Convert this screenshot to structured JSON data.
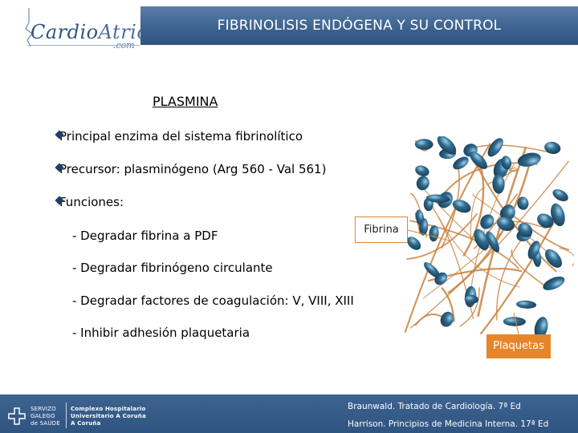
{
  "header": {
    "title": "FIBRINOLISIS ENDÓGENA Y SU CONTROL",
    "logo_main": "Cardio",
    "logo_accent": "Atrio",
    "logo_sub": ".com"
  },
  "content": {
    "section_title": "PLASMINA",
    "bullets": [
      "Principal enzima del sistema fibrinolítico",
      "Precursor: plasminógeno (Arg 560 - Val 561)",
      "Funciones:"
    ],
    "functions": [
      "- Degradar fibrina a PDF",
      "- Degradar fibrinógeno circulante",
      "- Degradar factores de coagulación: V, VIII, XIII",
      "- Inhibir adhesión plaquetaria"
    ]
  },
  "figure": {
    "label_fibrina": "Fibrina",
    "label_plaquetas": "Plaquetas",
    "accent_color": "#e6852a",
    "cell_color": "#2f6b8f",
    "fiber_color": "#c9823e"
  },
  "footer": {
    "references": [
      "Braunwald. Tratado de Cardiología. 7ª Ed",
      "Harrison. Principios de Medicina Interna. 17ª Ed"
    ],
    "org_left_lines": [
      "SERVIZO",
      "GALEGO",
      "de SAÚDE"
    ],
    "org_right_lines": [
      "Complexo Hospitalario",
      "Universitario A Coruña",
      "A Coruña"
    ],
    "bar_color": "#2f5480"
  }
}
